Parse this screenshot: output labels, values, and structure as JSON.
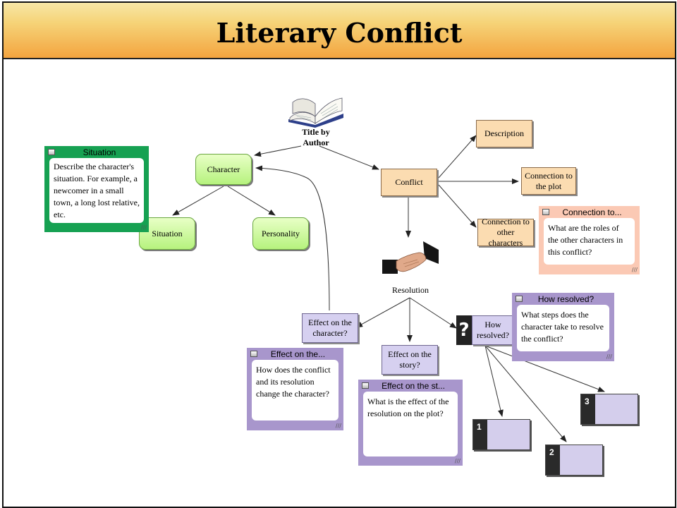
{
  "title": "Literary Conflict",
  "central": {
    "label_line1": "Title by",
    "label_line2": "Author",
    "icon": "open-book-icon"
  },
  "nodes": {
    "character": "Character",
    "situation": "Situation",
    "personality": "Personality",
    "conflict": "Conflict",
    "description": "Description",
    "connection_plot": "Connection to the plot",
    "connection_chars": "Connection to other characters",
    "resolution": "Resolution",
    "effect_character": "Effect on the character?",
    "effect_story": "Effect on the story?",
    "how_resolved": "How resolved?"
  },
  "notes": {
    "situation": {
      "title": "Situation",
      "body": "Describe the character's situation. For example, a newcomer in a small town, a long lost relative, etc."
    },
    "connection": {
      "title": "Connection to...",
      "body": "What are the roles of the other characters in this conflict?"
    },
    "how_resolved": {
      "title": "How resolved?",
      "body": "What steps does the character take to resolve the conflict?"
    },
    "effect_character": {
      "title": "Effect on the...",
      "body": "How does the conflict and its resolution change the character?"
    },
    "effect_story": {
      "title": "Effect on the st...",
      "body": "What is the effect of the resolution on the plot?"
    }
  },
  "question_icon": "?",
  "steps": [
    "1",
    "2",
    "3"
  ],
  "icons": {
    "handshake": "handshake-icon",
    "question": "question-mark-icon"
  },
  "colors": {
    "banner_top": "#f7e6a6",
    "banner_bottom": "#f3a43f",
    "green_node": "#b6f27e",
    "tan_node": "#fbdcb1",
    "lavender_node": "#d6d0f0",
    "green_note": "#16a152",
    "peach_note": "#fbc9b4",
    "purple_note": "#a896cc"
  }
}
